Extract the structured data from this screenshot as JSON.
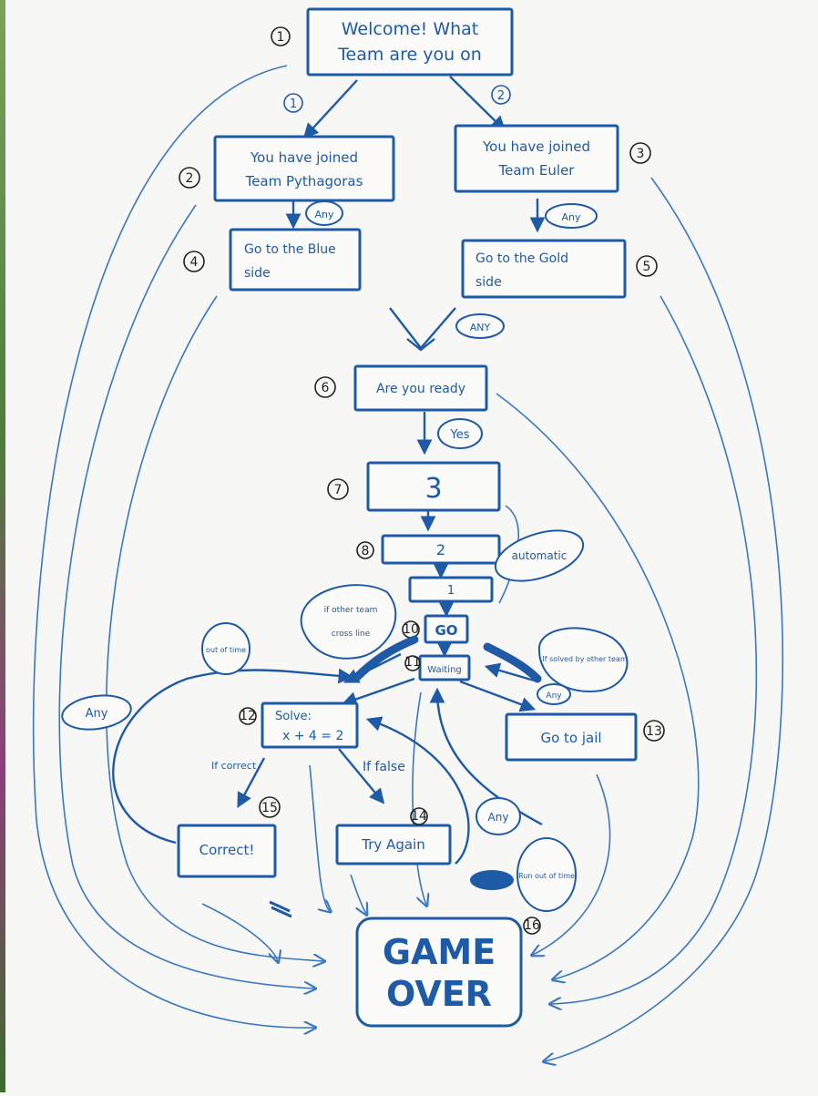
{
  "nodes": {
    "welcome": {
      "number": "1",
      "line1": "Welcome! What",
      "line2": "Team are you on"
    },
    "pythagoras": {
      "number": "2",
      "line1": "You have joined",
      "line2": "Team Pythagoras"
    },
    "euler": {
      "number": "3",
      "line1": "You have joined",
      "line2": "Team Euler"
    },
    "blue_side": {
      "number": "4",
      "line1": "Go to the Blue",
      "line2": "side"
    },
    "gold_side": {
      "number": "5",
      "line1": "Go to the Gold",
      "line2": "side"
    },
    "ready": {
      "number": "6",
      "label": "Are you ready"
    },
    "three": {
      "number": "7",
      "label": "3"
    },
    "two": {
      "number": "8",
      "label": "2"
    },
    "one": {
      "label": "1"
    },
    "go": {
      "number": "10",
      "label": "GO"
    },
    "waiting": {
      "number": "11",
      "label": "Waiting"
    },
    "solve": {
      "number": "12",
      "line1": "Solve:",
      "line2": "x + 4 = 2"
    },
    "jail": {
      "number": "13",
      "label": "Go to jail"
    },
    "try_again": {
      "number": "14",
      "label": "Try Again"
    },
    "correct": {
      "number": "15",
      "label": "Correct!"
    },
    "game_over": {
      "number": "16",
      "line1": "GAME",
      "line2": "OVER"
    }
  },
  "edge_labels": {
    "option1": "1",
    "option2": "2",
    "any_left": "Any",
    "any_right": "Any",
    "any_merge": "ANY",
    "yes": "Yes",
    "automatic": "automatic",
    "other_team": "if other team",
    "cross_line": "cross line",
    "out_of_time": "out of time",
    "solved_by_other": "If solved by other team",
    "any_jail": "Any",
    "if_correct": "If correct",
    "if_false": "If false",
    "any_bottom": "Any",
    "any_far_left": "Any",
    "run_out_of_time": "Run out of time"
  }
}
